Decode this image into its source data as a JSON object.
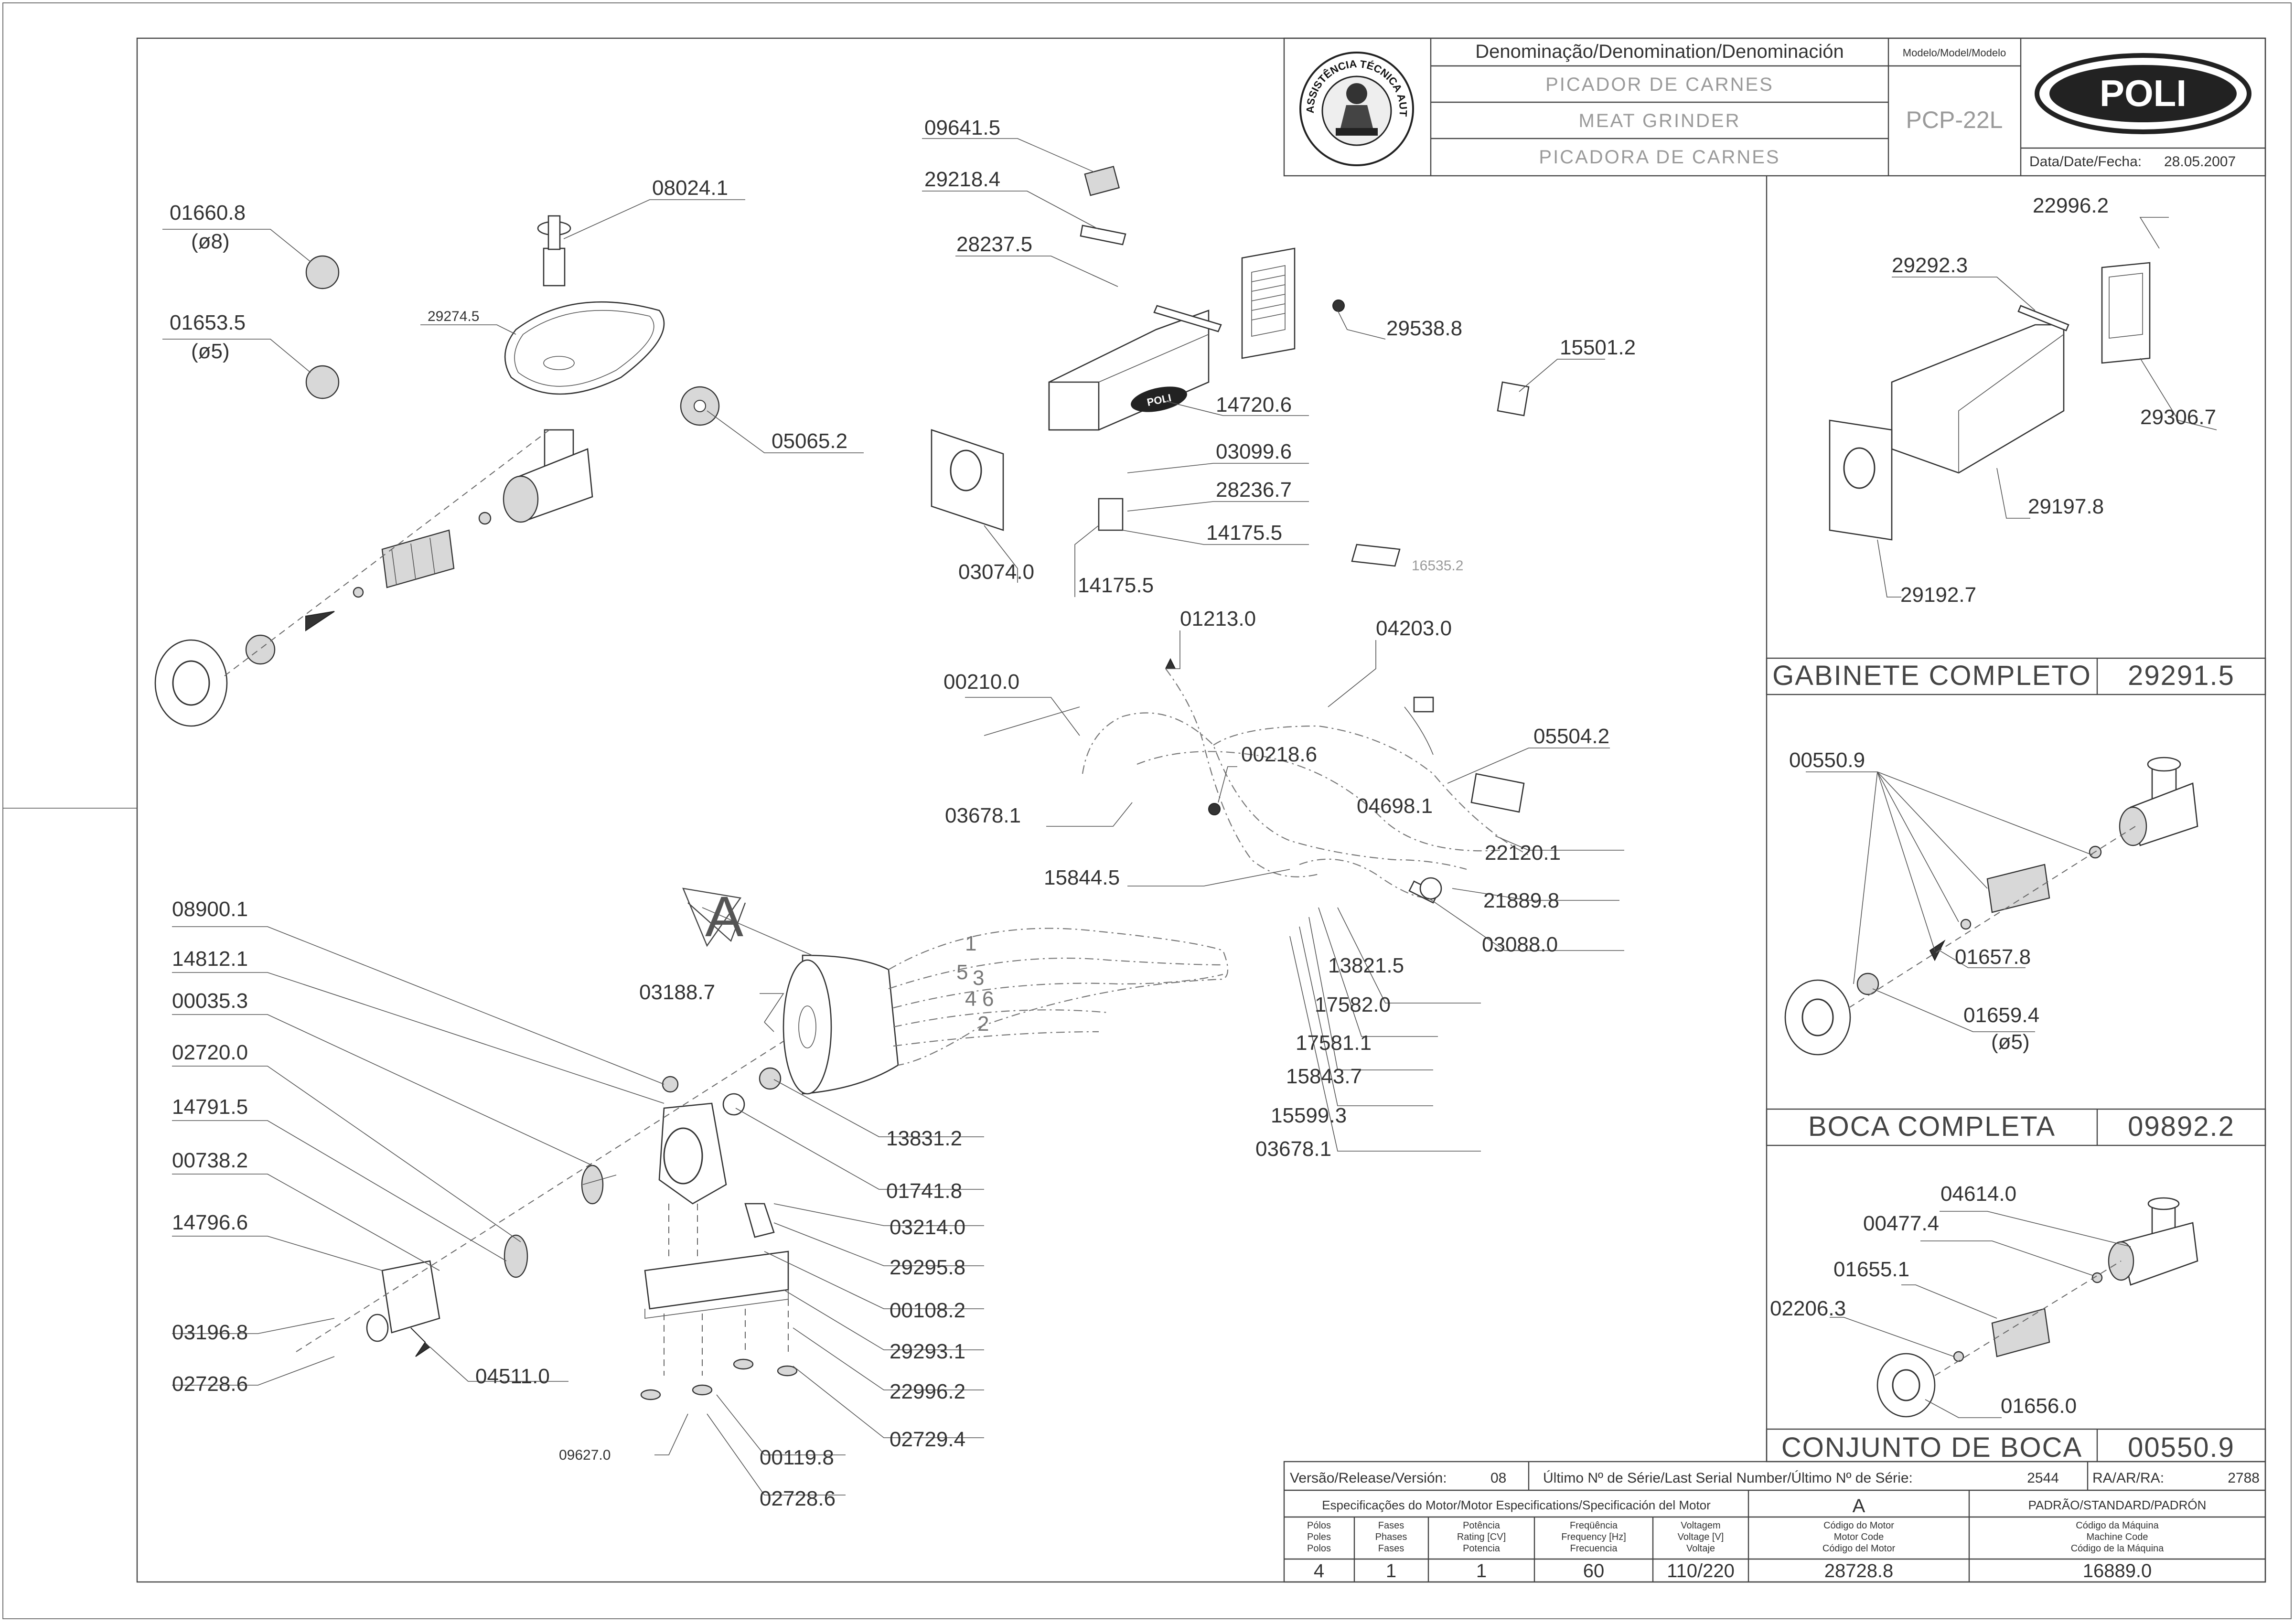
{
  "title_block": {
    "denomination_header": "Denominação/Denomination/Denominación",
    "name_pt": "PICADOR DE CARNES",
    "name_en": "MEAT GRINDER",
    "name_es": "PICADORA DE CARNES",
    "model_header": "Modelo/Model/Modelo",
    "model": "PCP-22L",
    "brand": "POLI",
    "date_label": "Data/Date/Fecha:",
    "date": "28.05.2007",
    "seal_text": "ASSISTÊNCIA TÉCNICA AUTORIZADA"
  },
  "subassemblies": {
    "gabinete": {
      "label": "GABINETE COMPLETO",
      "code": "29291.5"
    },
    "boca": {
      "label": "BOCA COMPLETA",
      "code": "09892.2"
    },
    "conjunto": {
      "label": "CONJUNTO DE BOCA",
      "code": "00550.9"
    }
  },
  "labels": {
    "p0166": "01660.8",
    "p0166b": "(ø8)",
    "p0165": "01653.5",
    "p0165b": "(ø5)",
    "p0802": "08024.1",
    "p2927": "29274.5",
    "p0506": "05065.2",
    "p0964": "09641.5",
    "p2921": "29218.4",
    "p2823a": "28237.5",
    "p2953": "29538.8",
    "p1550": "15501.2",
    "p1472": "14720.6",
    "p0309": "03099.6",
    "p2823b": "28236.7",
    "p1417a": "14175.5",
    "p1653": "16535.2",
    "p0307": "03074.0",
    "p1417b": "14175.5",
    "p2299a": "22996.2",
    "p2929": "29292.3",
    "p2930": "29306.7",
    "p2919a": "29197.8",
    "p2919b": "29192.7",
    "p0121": "01213.0",
    "p0420": "04203.0",
    "p0021a": "00210.0",
    "p0021b": "00218.6",
    "p0550": "05504.2",
    "p0469": "04698.1",
    "p0367a": "03678.1",
    "p2212": "22120.1",
    "p1584a": "15844.5",
    "p2188": "21889.8",
    "p0308": "03088.0",
    "p1382": "13821.5",
    "p1758a": "17582.0",
    "p1758b": "17581.1",
    "p1584b": "15843.7",
    "p1559": "15599.3",
    "p0367b": "03678.1",
    "p0055": "00550.9",
    "p1657": "01657.8",
    "p1659": "01659.4",
    "p1659b": "(ø5)",
    "p0461": "04614.0",
    "p0047": "00477.4",
    "p0165s": "01655.1",
    "p0220": "02206.3",
    "p0165c": "01656.0",
    "p0890": "08900.1",
    "p1481": "14812.1",
    "p0003": "00035.3",
    "p0272a": "02720.0",
    "p1479a": "14791.5",
    "p0073": "00738.2",
    "p1479b": "14796.6",
    "p0319": "03196.8",
    "p0272b": "02728.6",
    "p0451": "04511.0",
    "p0962": "09627.0",
    "p0011": "00119.8",
    "p0272c": "02728.6",
    "p0318": "03188.7",
    "p1383": "13831.2",
    "p0174": "01741.8",
    "p0321": "03214.0",
    "p2929b": "29295.8",
    "p0010": "00108.2",
    "p2929c": "29293.1",
    "p2299b": "22996.2",
    "p0272d": "02729.4",
    "motor_letter": "A",
    "w1": "1",
    "w5": "5",
    "w3": "3",
    "w4": "4",
    "w6": "6",
    "w2": "2"
  },
  "footer": {
    "version_label": "Versão/Release/Versión:",
    "version": "08",
    "serial_label": "Último Nº de Série/Last Serial Number/Último Nº de Série:",
    "serial": "2544",
    "ra_label": "RA/AR/RA:",
    "ra": "2788",
    "motor_spec_label": "Especificações do Motor/Motor Especifications/Specificación del Motor",
    "motor_letter": "A",
    "standard_label": "PADRÃO/STANDARD/PADRÓN",
    "cols": {
      "poles": [
        "Pólos",
        "Poles",
        "Polos"
      ],
      "phases": [
        "Fases",
        "Phases",
        "Fases"
      ],
      "power": [
        "Potência",
        "Rating [CV]",
        "Potencia"
      ],
      "freq": [
        "Freqüência",
        "Frequency [Hz]",
        "Frecuencia"
      ],
      "volt": [
        "Voltagem",
        "Voltage [V]",
        "Voltaje"
      ],
      "motor_code": [
        "Código do Motor",
        "Motor Code",
        "Código del Motor"
      ],
      "machine_code": [
        "Código da Máquina",
        "Machine Code",
        "Código de la Máquina"
      ]
    },
    "values": {
      "poles": "4",
      "phases": "1",
      "power": "1",
      "freq": "60",
      "volt": "110/220",
      "motor_code": "28728.8",
      "machine_code": "16889.0"
    }
  }
}
